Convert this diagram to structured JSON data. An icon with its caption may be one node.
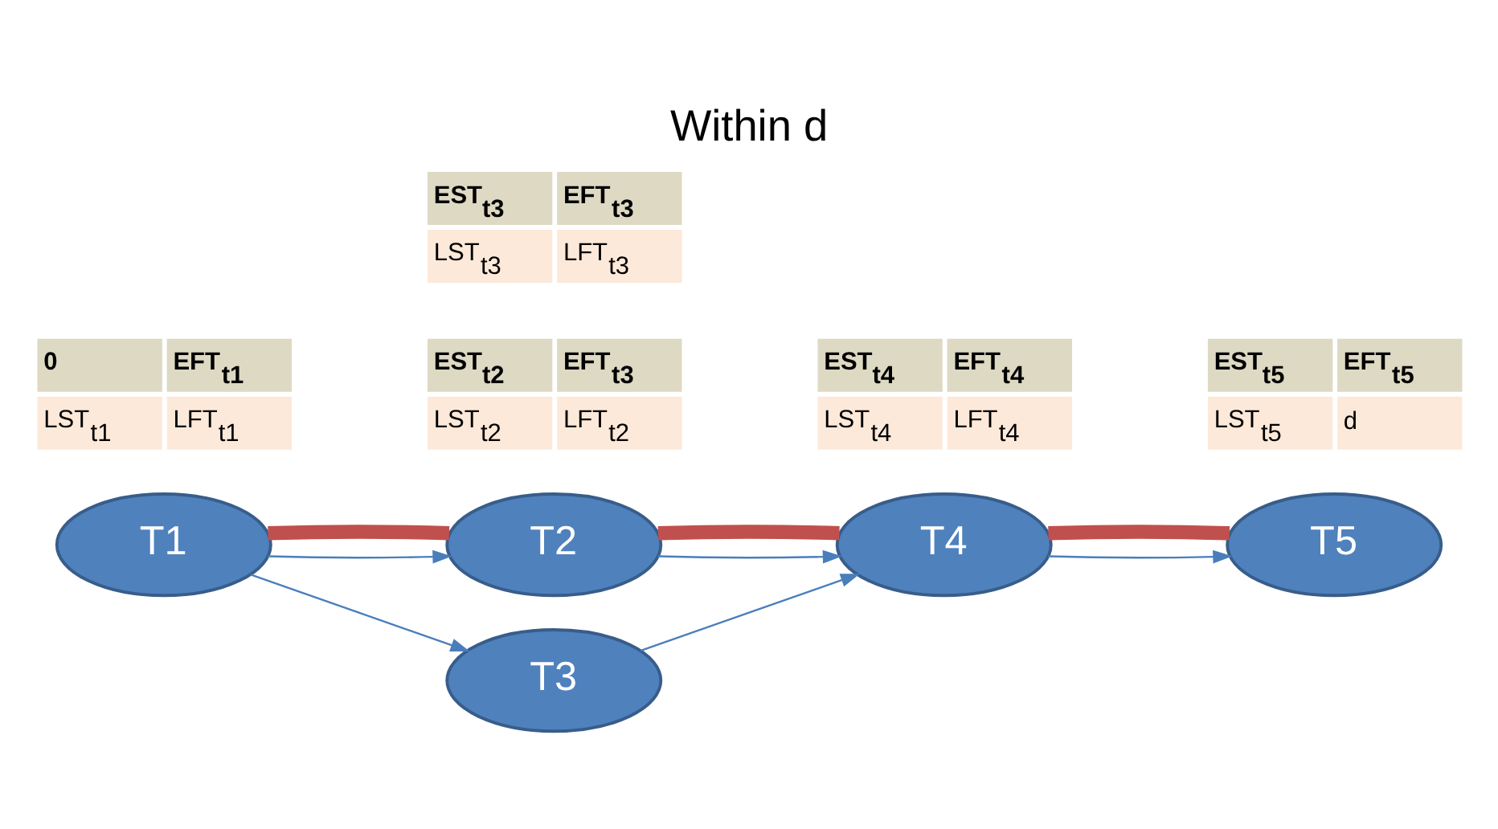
{
  "diagram": {
    "title": "Within d",
    "nodes": [
      {
        "text": [
          "T1"
        ]
      },
      {
        "text": [
          "T2"
        ]
      },
      {
        "text": [
          "T3"
        ]
      },
      {
        "text": [
          "T4"
        ]
      },
      {
        "text": [
          "T5"
        ]
      },
      {
        "text": [
          "0",
          "EFT$_{t1}$",
          "LST$_{t1}$",
          "LFT$_{t1}$"
        ]
      },
      {
        "text": [
          "EST$_{t2}$",
          "EFT$_{t3}$",
          "LST$_{t2}$",
          "LFT$_{t2}$"
        ]
      },
      {
        "text": [
          "EST$_{t3}$",
          "EFT$_{t3}$",
          "LST$_{t3}$",
          "LFT$_{t3}$"
        ]
      },
      {
        "text": [
          "EST$_{t4}$",
          "EFT$_{t4}$",
          "LST$_{t4}$",
          "LFT$_{t4}$"
        ]
      },
      {
        "text": [
          "EST$_{t5}$",
          "EFT$_{t5}$",
          "LST$_{t5}$",
          "d"
        ]
      }
    ],
    "edges": [
      {
        "from": 0,
        "to": 1,
        "arrow": "to"
      },
      {
        "from": 0,
        "to": 2,
        "arrow": "to"
      },
      {
        "from": 1,
        "to": 3,
        "arrow": "to"
      },
      {
        "from": 2,
        "to": 3,
        "arrow": "to"
      },
      {
        "from": 3,
        "to": 4,
        "arrow": "to"
      },
      {
        "from": 0,
        "to": 1,
        "arrow": "none",
        "style": "thick",
        "color": "#c0504d"
      },
      {
        "from": 1,
        "to": 3,
        "arrow": "none",
        "style": "thick",
        "color": "#c0504d"
      },
      {
        "from": 3,
        "to": 4,
        "arrow": "none",
        "style": "thick",
        "color": "#c0504d"
      }
    ]
  }
}
